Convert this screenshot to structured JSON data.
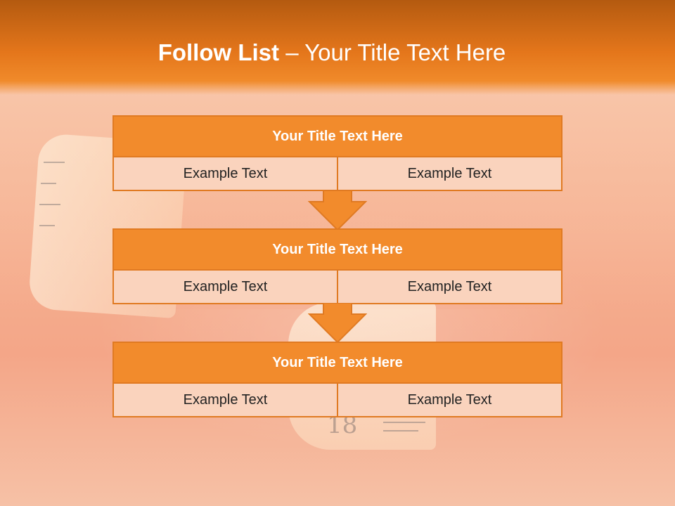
{
  "slide": {
    "title_strong": "Follow List",
    "title_rest": " – Your Title Text Here"
  },
  "steps": [
    {
      "title": "Your Title Text Here",
      "left": "Example Text",
      "right": "Example Text"
    },
    {
      "title": "Your Title Text Here",
      "left": "Example Text",
      "right": "Example Text"
    },
    {
      "title": "Your Title Text Here",
      "left": "Example Text",
      "right": "Example Text"
    }
  ],
  "colors": {
    "accent": "#f28b2c",
    "border": "#e07a22",
    "cell_fill": "#fad3bd",
    "header_dark": "#b45a10"
  },
  "icons": {
    "connector": "down-arrow-icon"
  }
}
